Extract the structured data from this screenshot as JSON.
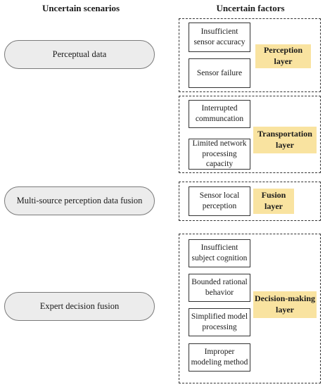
{
  "headers": {
    "scenarios": "Uncertain scenarios",
    "factors": "Uncertain factors"
  },
  "scenarios": [
    "Perceptual data",
    "Multi-source perception data fusion",
    "Expert decision fusion"
  ],
  "groups": [
    {
      "layer": "Perception\nlayer",
      "factors": [
        "Insufficient\nsensor accuracy",
        "Sensor failure"
      ]
    },
    {
      "layer": "Transportation\nlayer",
      "factors": [
        "Interrupted\ncommuncation",
        "Limited network\nprocessing\ncapacity"
      ]
    },
    {
      "layer": "Fusion\nlayer",
      "factors": [
        "Sensor local\nperception"
      ]
    },
    {
      "layer": "Decision-making\nlayer",
      "factors": [
        "Insufficient\nsubject cognition",
        "Bounded rational\nbehavior",
        "Simplified model\nprocessing",
        "Improper\nmodeling method"
      ]
    }
  ]
}
